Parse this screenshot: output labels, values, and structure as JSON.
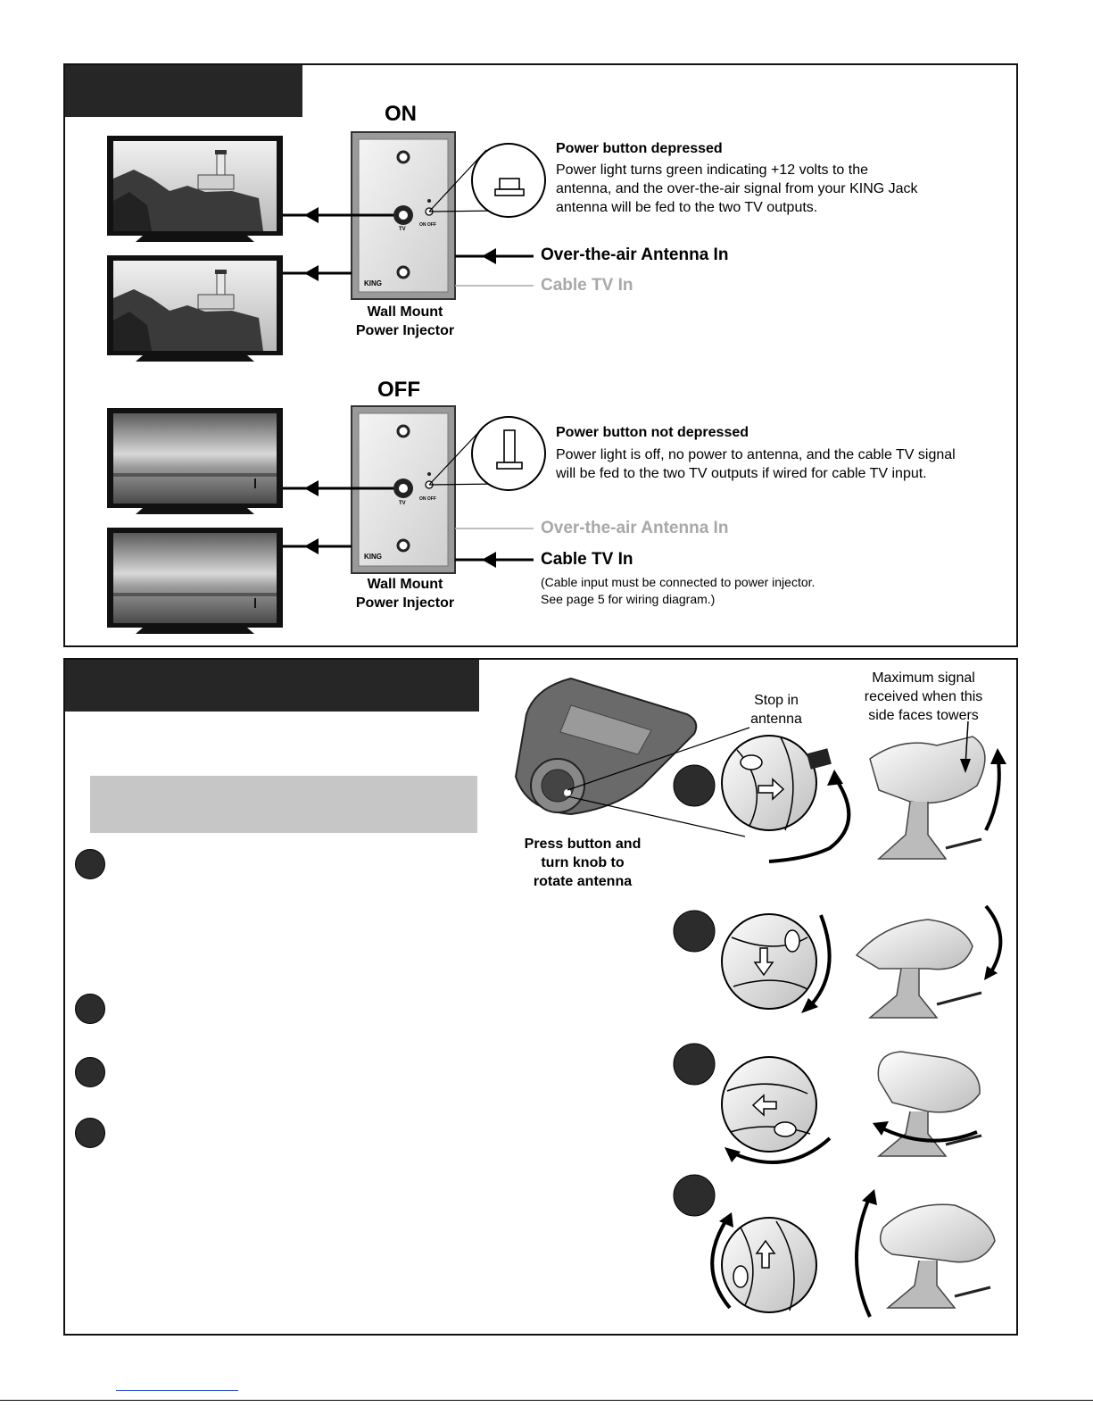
{
  "top_panel": {
    "on": {
      "state_label": "ON",
      "device_label_line1": "Wall Mount",
      "device_label_line2": "Power Injector",
      "heading": "Power button depressed",
      "description_lines": [
        "Power light turns green indicating +12 volts to the",
        "antenna, and the over-the-air signal from your KING Jack",
        "antenna will be fed to the two TV outputs."
      ],
      "input_active": "Over-the-air Antenna In",
      "input_inactive": "Cable TV In"
    },
    "off": {
      "state_label": "OFF",
      "device_label_line1": "Wall Mount",
      "device_label_line2": "Power Injector",
      "heading": "Power button not depressed",
      "description_lines": [
        "Power light is off, no power to antenna, and the cable TV signal",
        "will be fed to the two TV outputs if wired for cable TV input."
      ],
      "input_inactive": "Over-the-air Antenna In",
      "input_active": "Cable TV In",
      "note_lines": [
        "(Cable input must be connected to power injector.",
        "See page 5 for wiring diagram.)"
      ]
    },
    "plate_labels": {
      "brand": "KING",
      "tv": "TV",
      "switch": "ON OFF"
    }
  },
  "bottom_panel": {
    "callout_press_lines": [
      "Press button and",
      "turn knob to",
      "rotate antenna"
    ],
    "callout_stop_lines": [
      "Stop in",
      "antenna"
    ],
    "callout_max_lines": [
      "Maximum signal",
      "received when this",
      "side faces towers"
    ]
  },
  "colors": {
    "header_bar": "#262626",
    "gray_band": "#c6c6c6",
    "inactive_text": "#a8a8a8",
    "border": "#111111"
  }
}
